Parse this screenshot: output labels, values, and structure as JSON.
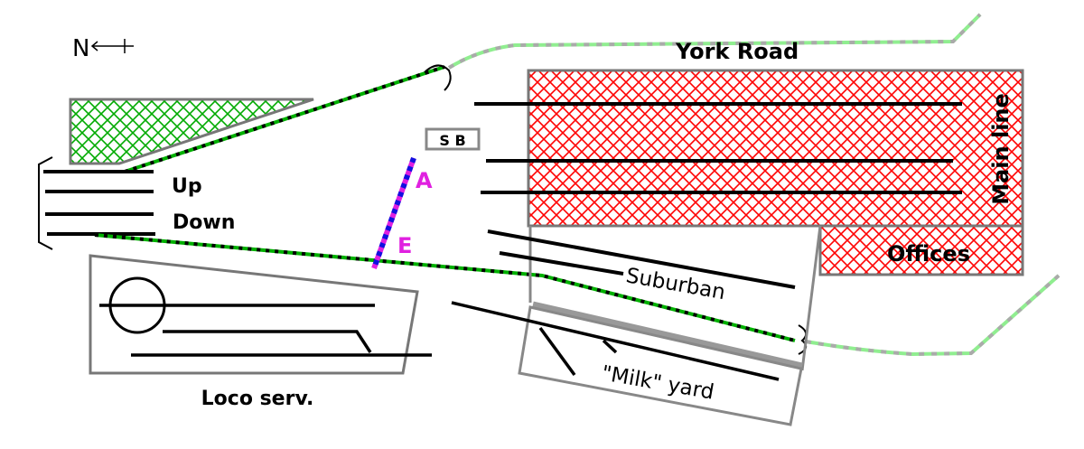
{
  "compass": {
    "label": "N"
  },
  "labels": {
    "york_road": "York Road",
    "main_line": "Main line",
    "offices": "Offices",
    "signal_box": "S B",
    "up": "Up",
    "down": "Down",
    "point_a": "A",
    "point_e": "E",
    "suburban": "Suburban",
    "milk_yard": "\"Milk\" yard",
    "loco_serv": "Loco serv."
  },
  "colors": {
    "red_hatch": "#ff0000",
    "green_hatch": "#00aa00",
    "track": "#000000",
    "route_green": "#00b000",
    "road_light_green": "#90ee90",
    "box_gray": "#808080",
    "magenta": "#e020e0",
    "blue": "#1010e0"
  }
}
